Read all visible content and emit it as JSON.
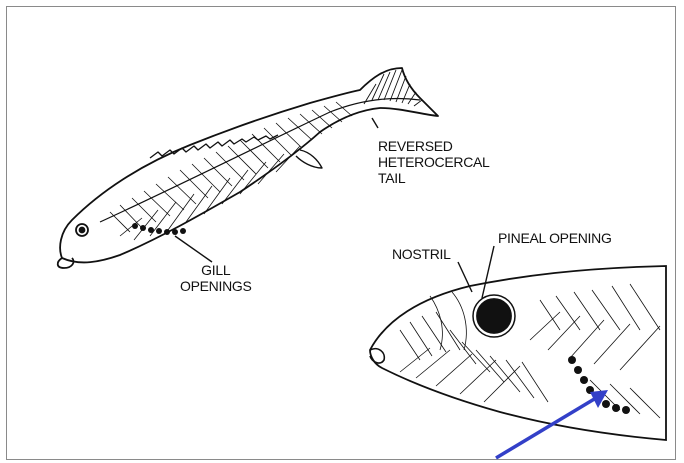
{
  "labels": {
    "tail": [
      "REVERSED",
      "HETEROCERCAL",
      "TAIL"
    ],
    "gill": [
      "GILL",
      "OPENINGS"
    ],
    "nostril": "NOSTRIL",
    "pineal": "PINEAL OPENING"
  },
  "colors": {
    "ink": "#111111",
    "arrow": "#3340c8",
    "frame": "#8a8a8a"
  }
}
